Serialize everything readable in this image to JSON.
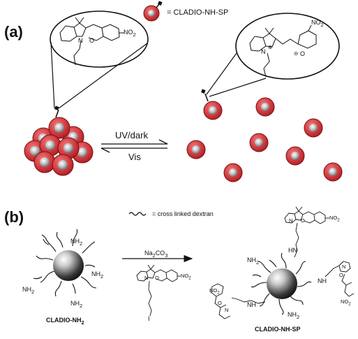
{
  "panel_a": {
    "label": "(a)",
    "legend_text": "= CLADIO-NH-SP",
    "arrow_forward_label": "UV/dark",
    "arrow_back_label": "Vis",
    "closed_form": {
      "n_label": "N",
      "o_label": "O",
      "substituent": "NO",
      "sub": "2"
    },
    "open_form": {
      "n_label": "N",
      "charge": "⊕",
      "o_label": "O",
      "ominus": "⊖",
      "substituent": "NO",
      "sub": "2"
    }
  },
  "panel_b": {
    "label": "(b)",
    "legend_text": "= cross linked dextran",
    "reagent": "Na",
    "reagent_sub": "2",
    "reagent_rest": "CO",
    "reagent_sub2": "3",
    "reagent_halide": "I",
    "left_caption": "CLADIO-NH",
    "left_caption_sub": "2",
    "right_caption": "CLADIO-NH-SP",
    "amine_group": "NH",
    "amine_sub": "2",
    "hn_label": "HN",
    "nh_label": "NH",
    "n_label": "N",
    "o_label": "O",
    "no2": "NO",
    "no2_sub": "2"
  },
  "colors": {
    "particle_red": "#c8262c",
    "particle_core": "#b8b8b8",
    "line": "#111111"
  }
}
